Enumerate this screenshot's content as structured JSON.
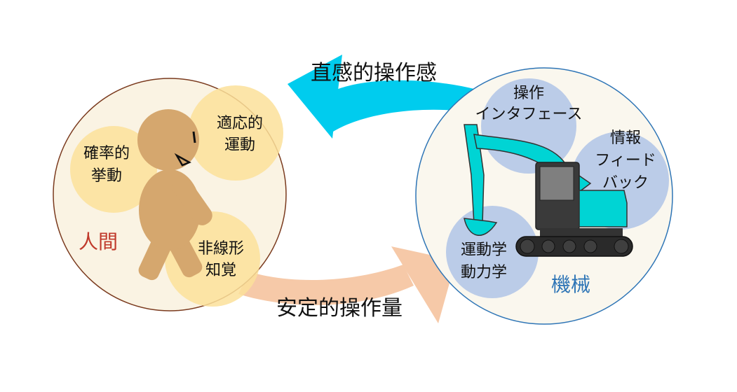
{
  "top_arrow": {
    "label": "直感的操作感",
    "color": "#00CCEE"
  },
  "bottom_arrow": {
    "label": "安定的操作量",
    "color": "#F6C9A8"
  },
  "human": {
    "title": "人間",
    "title_color": "#C0392B",
    "fill": "#FAF3E3",
    "stroke": "#7A3A1E",
    "traits": [
      {
        "line1": "適応的",
        "line2": "運動"
      },
      {
        "line1": "確率的",
        "line2": "挙動"
      },
      {
        "line1": "非線形",
        "line2": "知覚"
      }
    ],
    "trait_color": "#FBE09A",
    "figure_color": "#D5A76E"
  },
  "machine": {
    "title": "機械",
    "title_color": "#2E75B6",
    "fill": "#FAF7EE",
    "stroke": "#2E75B6",
    "features": [
      {
        "line1": "操作",
        "line2": "インタフェース"
      },
      {
        "line1": "情報",
        "line2": "フィード",
        "line3": "バック"
      },
      {
        "line1": "運動学",
        "line2": "動力学"
      }
    ],
    "feature_color": "#B4C7E7",
    "excavator_color": "#00D4D4",
    "excavator_dark": "#3A3A3A"
  }
}
